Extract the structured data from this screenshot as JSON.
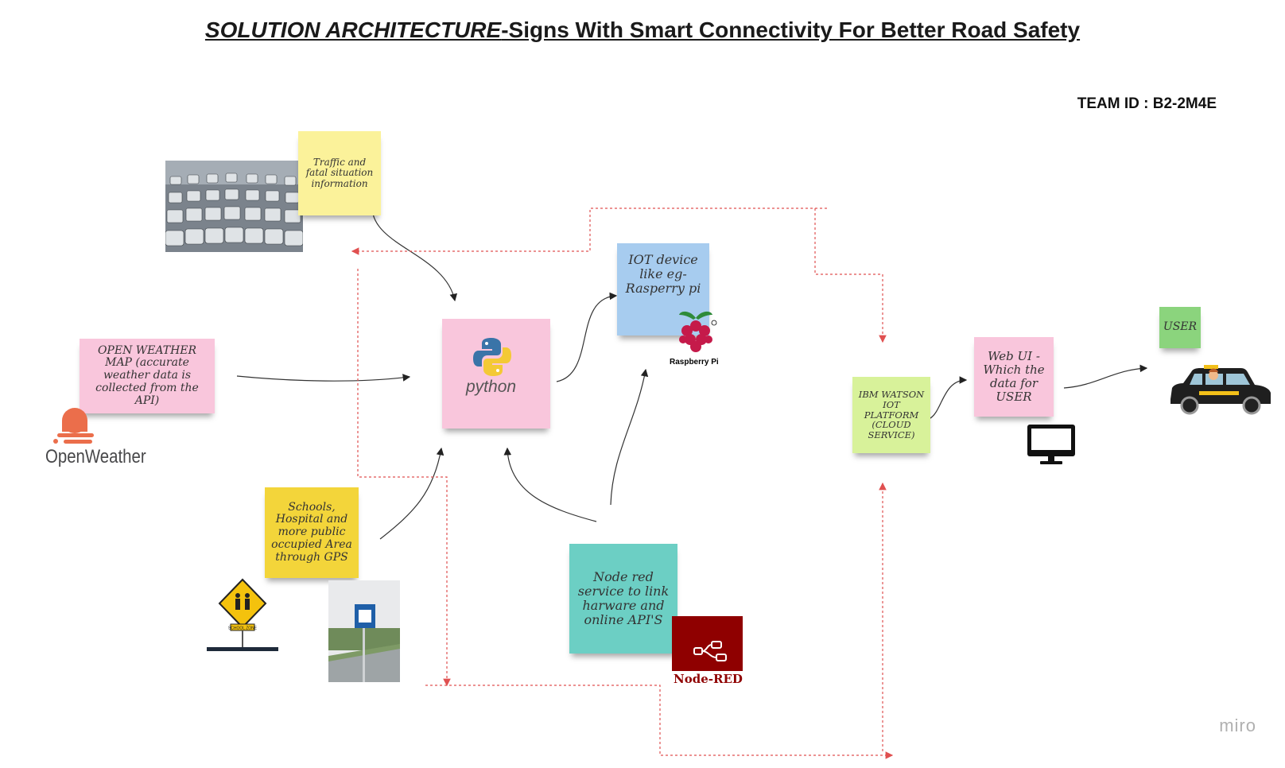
{
  "title": {
    "italic_part": "SOLUTION  ARCHITECTURE",
    "rest": "-Signs With Smart Connectivity For Better Road Safety"
  },
  "team_id": "TEAM ID : B2-2M4E",
  "notes": {
    "traffic": "Traffic and fatal situation information",
    "weather": "OPEN WEATHER MAP (accurate weather data is collected from the API)",
    "iot": "IOT device like eg- Rasperry pi",
    "schools": "Schools, Hospital and more public occupied Area through GPS",
    "nodered": "Node red service to link harware and online API'S",
    "ibm": "IBM WATSON IOT PLATFORM (CLOUD SERVICE)",
    "webui": "Web UI - Which the data for USER",
    "user": "USER"
  },
  "logos": {
    "python": "python",
    "raspberry": "Raspberry Pi",
    "openweather": "OpenWeather",
    "nodered": "Node-RED",
    "school_sign": "SCHOOL ZONE"
  },
  "watermark": "miro",
  "colors": {
    "yellow_light": "#fbf29a",
    "pink": "#f9c6dc",
    "blue": "#a7ccef",
    "yellow": "#f3d53a",
    "teal": "#6ccfc4",
    "green_light": "#d8f29a",
    "green": "#8bd47d",
    "dashed_red": "#e05050",
    "nodered_bg": "#8f0000",
    "openweather": "#eb6e4b"
  },
  "icons": [
    "traffic-photo",
    "python-logo",
    "raspberry-pi-logo",
    "openweather-logo",
    "school-zone-sign",
    "hospital-road-photo",
    "node-red-logo",
    "monitor-icon",
    "taxi-driver-image"
  ]
}
